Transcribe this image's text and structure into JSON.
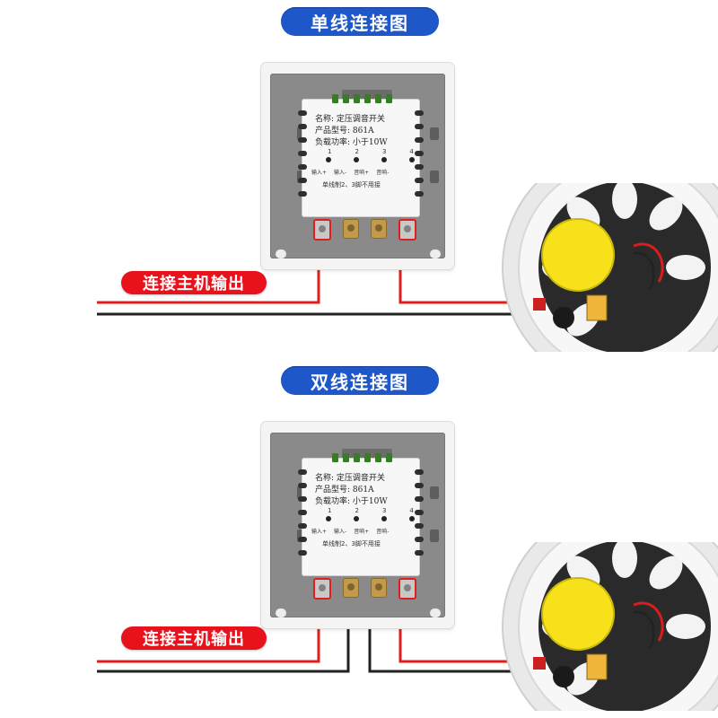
{
  "sections": [
    {
      "title": "单线连接图",
      "host_label": "连接主机输出",
      "module": {
        "name_line": "名称: 定压调音开关",
        "model_line": "产品型号: 861A",
        "power_line": "负载功率: 小于10W",
        "terminal_numbers": [
          "1",
          "2",
          "3",
          "4"
        ],
        "pin_labels": [
          "输入+",
          "输入-",
          "音响+",
          "音响-"
        ],
        "note": "单线制2、3脚不用接"
      }
    },
    {
      "title": "双线连接图",
      "host_label": "连接主机输出",
      "module": {
        "name_line": "名称: 定压调音开关",
        "model_line": "产品型号: 861A",
        "power_line": "负载功率: 小于10W",
        "terminal_numbers": [
          "1",
          "2",
          "3",
          "4"
        ],
        "pin_labels": [
          "输入+",
          "输入-",
          "音响+",
          "音响-"
        ],
        "note": "单线制2、3脚不用接"
      }
    }
  ],
  "colors": {
    "title_badge": "#1e57c8",
    "host_label": "#e8121c",
    "wire_red": "#e01e1e",
    "wire_black": "#222222",
    "speaker_cone": "#f6e11a"
  }
}
